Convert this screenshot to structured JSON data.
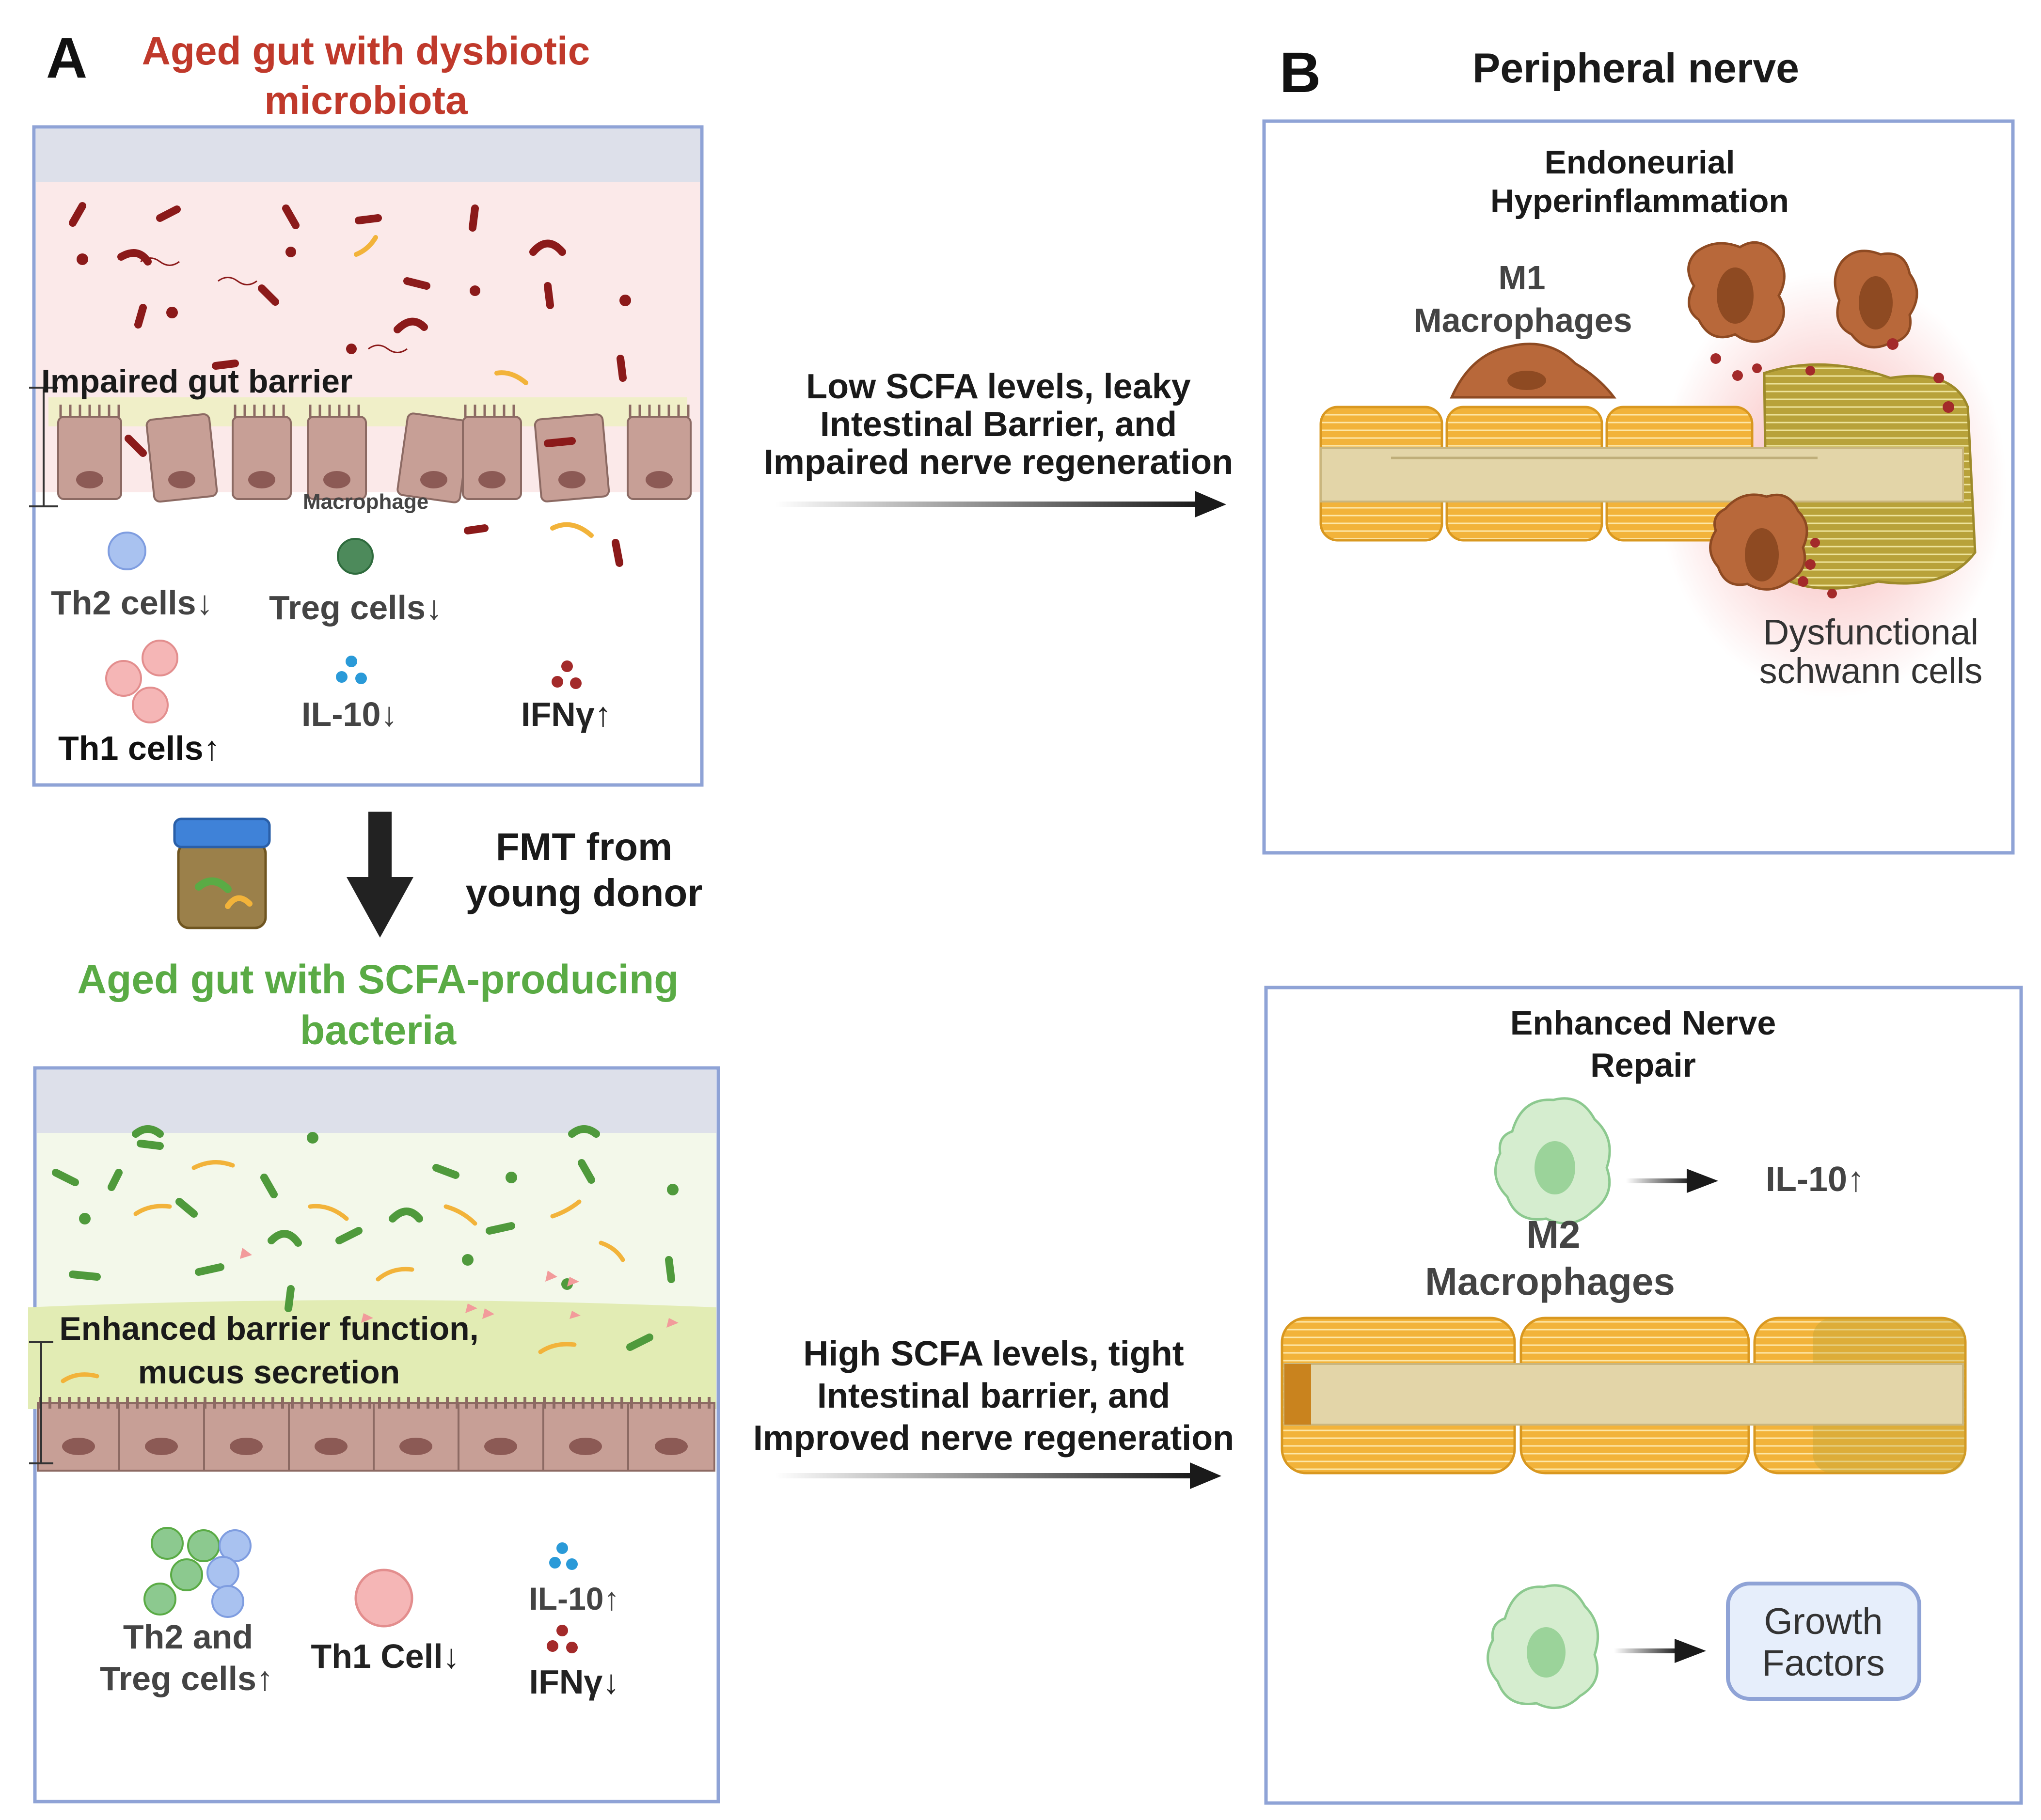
{
  "panel_a": {
    "letter": "A",
    "title_top": [
      "Aged gut with dysbiotic",
      "microbiota"
    ],
    "impaired_barrier": "Impaired gut barrier",
    "macrophage": "Macrophage",
    "th2": "Th2 cells↓",
    "treg": "Treg cells↓",
    "th1": "Th1 cells↑",
    "il10": "IL-10↓",
    "ifng": "IFNγ↑",
    "fmt": [
      "FMT from",
      "young donor"
    ],
    "title_bottom": [
      "Aged gut with SCFA-producing",
      "bacteria"
    ],
    "enhanced_barrier": [
      "Enhanced barrier function,",
      "mucus secretion"
    ],
    "th2_treg": [
      "Th2 and",
      "Treg cells↑"
    ],
    "th1_cell": "Th1 Cell↓",
    "il10_up": "IL-10↑",
    "ifng_down": "IFNγ↓"
  },
  "middle": {
    "top_arrow_text": [
      "Low SCFA levels, leaky",
      "Intestinal Barrier, and",
      "Impaired nerve regeneration"
    ],
    "bottom_arrow_text": [
      "High SCFA levels,  tight",
      "Intestinal barrier, and",
      "Improved nerve regeneration"
    ]
  },
  "panel_b": {
    "letter": "B",
    "title": "Peripheral nerve",
    "endo": [
      "Endoneurial",
      "Hyperinflammation"
    ],
    "m1": [
      "M1",
      "Macrophages"
    ],
    "dysfunctional": [
      "Dysfunctional",
      "schwann cells"
    ],
    "repair": [
      "Enhanced Nerve",
      "Repair"
    ],
    "il10_up": "IL-10↑",
    "m2": [
      "M2",
      "Macrophages"
    ],
    "growth": [
      "Growth",
      "Factors"
    ]
  },
  "colors": {
    "red_title": "#c0392b",
    "green_title": "#5aab45",
    "panel_border": "#8fa3d6",
    "bacteria_red": "#8b1a1a",
    "bacteria_green": "#4f9a3c",
    "epithelium": "#c79f96",
    "myelin": "#f2b33a",
    "axon": "#e3d5a8"
  }
}
